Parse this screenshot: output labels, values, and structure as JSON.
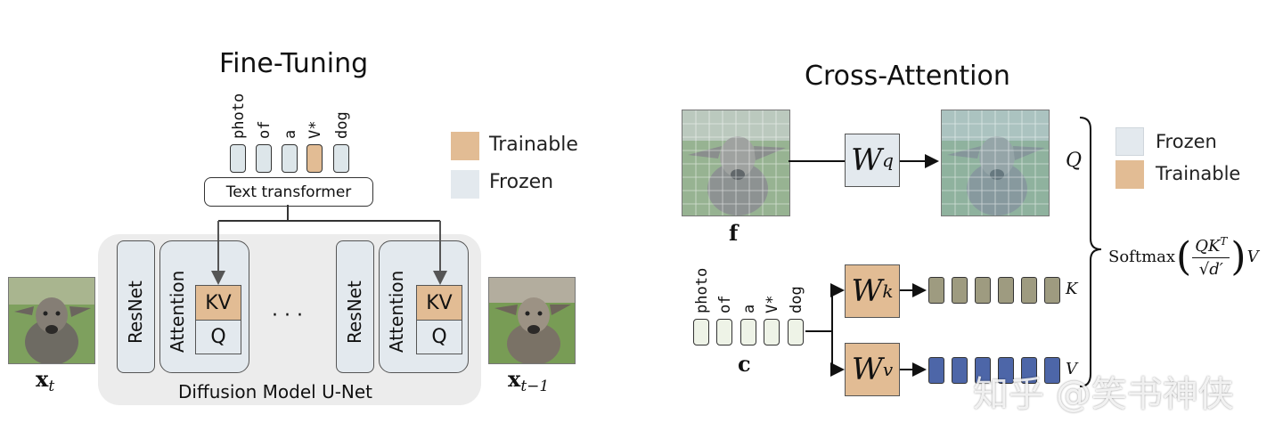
{
  "colors": {
    "trainable": "#e2bc94",
    "frozen": "#e3e9ee",
    "token": "#dde6ea",
    "token_green": "#eef3e7",
    "unet_bg": "#ececec",
    "k_vec": "#9e9b80",
    "v_vec": "#4d66a8"
  },
  "left": {
    "title": "Fine-Tuning",
    "tokens": [
      "photo",
      "of",
      "a",
      "V*",
      "dog"
    ],
    "text_transformer": "Text transformer",
    "resnet": "ResNet",
    "attention": "Attention",
    "kv": "KV",
    "q": "Q",
    "dots": "· · ·",
    "unet_label": "Diffusion Model U-Net",
    "x_in": "x",
    "x_in_sub": "t",
    "x_out": "x",
    "x_out_sub": "t−1",
    "legend": [
      {
        "label": "Trainable",
        "kind": "trainable"
      },
      {
        "label": "Frozen",
        "kind": "frozen"
      }
    ]
  },
  "right": {
    "title": "Cross-Attention",
    "f_label": "f",
    "c_label": "c",
    "wq_base": "W",
    "wq_sup": "q",
    "wk_base": "W",
    "wk_sup": "k",
    "wv_base": "W",
    "wv_sup": "v",
    "q_label": "Q",
    "k_label": "K",
    "v_label": "V",
    "softmax_word": "Softmax",
    "softmax_num": "QK",
    "softmax_num_sup": "T",
    "softmax_den": "√d′",
    "softmax_v": "V",
    "tokens": [
      "photo",
      "of",
      "a",
      "V*",
      "dog"
    ],
    "legend": [
      {
        "label": "Frozen",
        "kind": "frozen"
      },
      {
        "label": "Trainable",
        "kind": "trainable"
      }
    ]
  },
  "watermark": "知乎 @笑书神侠"
}
